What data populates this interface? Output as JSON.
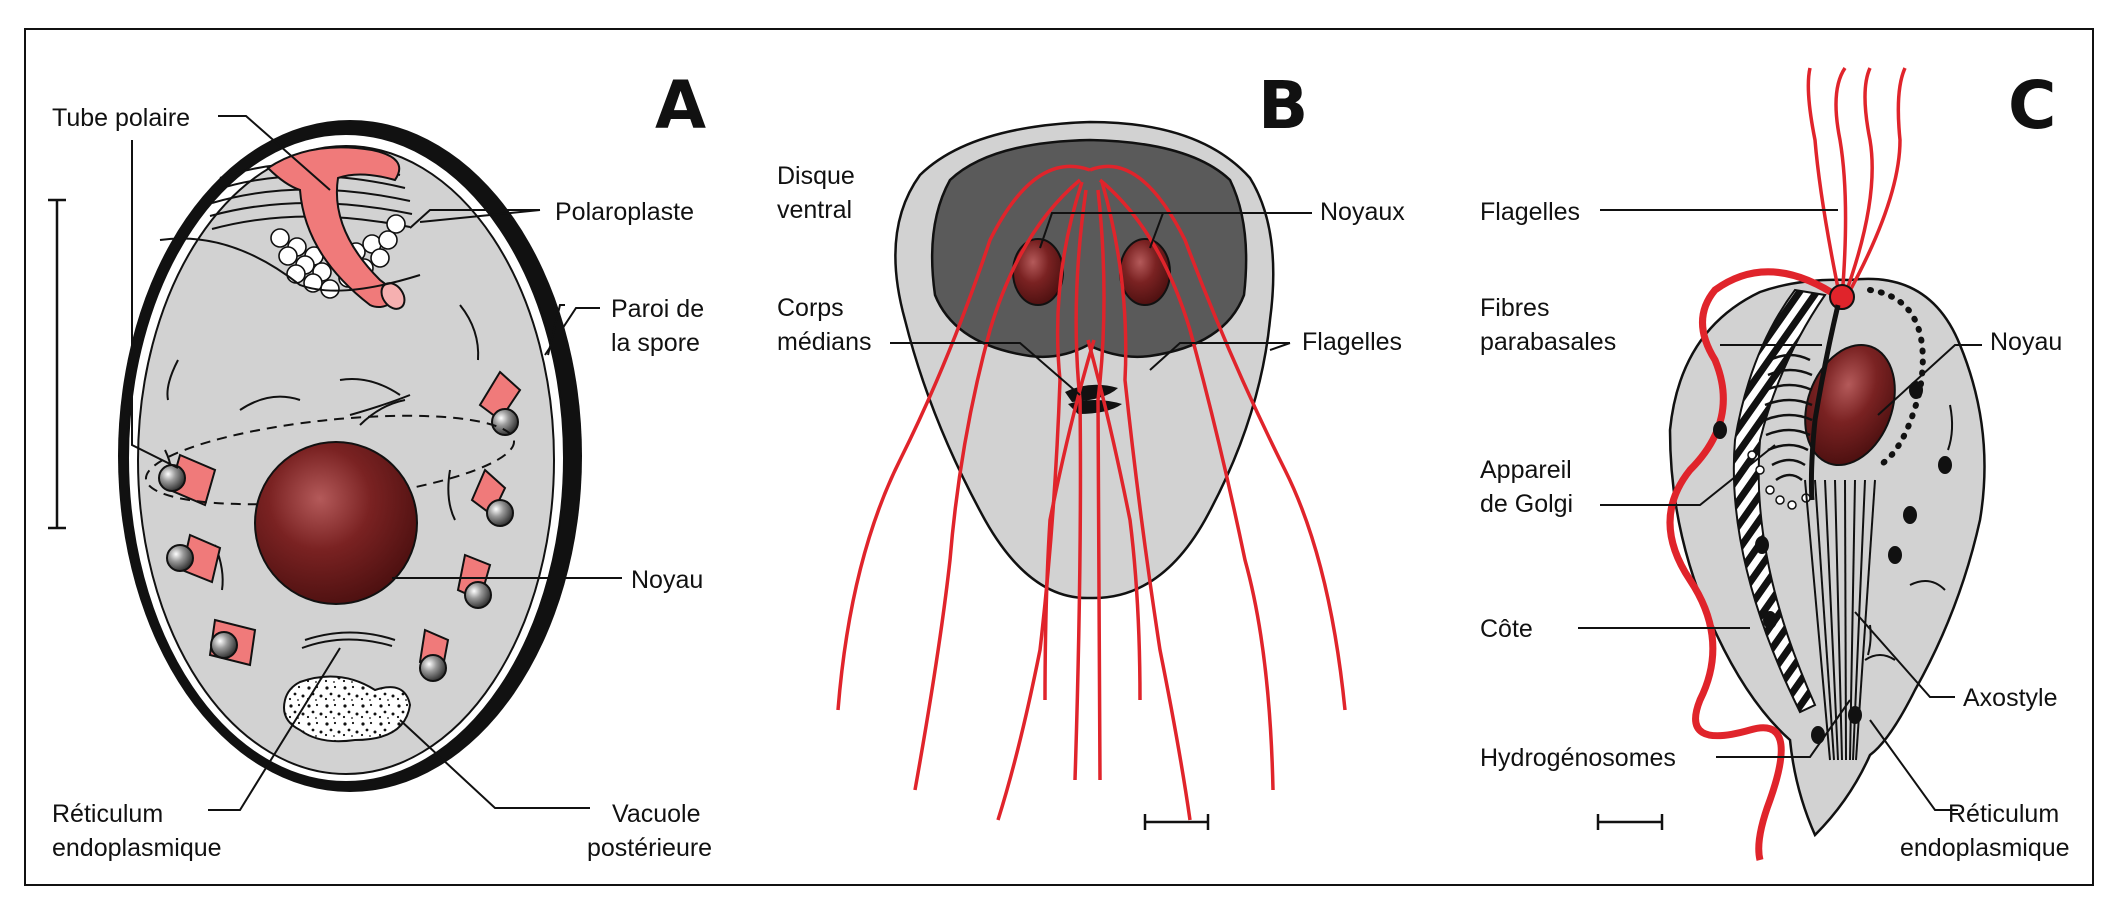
{
  "panels": [
    {
      "letter": "A",
      "labels": {
        "tube_polaire": "Tube polaire",
        "polaroplaste": "Polaroplaste",
        "paroi_1": "Paroi de",
        "paroi_2": "la spore",
        "noyau": "Noyau",
        "reticulum_1": "Réticulum",
        "reticulum_2": "endoplasmique",
        "vacuole_1": "Vacuole",
        "vacuole_2": "postérieure"
      }
    },
    {
      "letter": "B",
      "labels": {
        "disque_1": "Disque",
        "disque_2": "ventral",
        "noyaux": "Noyaux",
        "corps_1": "Corps",
        "corps_2": "médians",
        "flagelles": "Flagelles"
      }
    },
    {
      "letter": "C",
      "labels": {
        "flagelles": "Flagelles",
        "fibres_1": "Fibres",
        "fibres_2": "parabasales",
        "noyau": "Noyau",
        "golgi_1": "Appareil",
        "golgi_2": "de Golgi",
        "cote": "Côte",
        "axostyle": "Axostyle",
        "hydrogenosomes": "Hydrogénosomes",
        "reticulum_1": "Réticulum",
        "reticulum_2": "endoplasmique"
      }
    }
  ],
  "colors": {
    "flagellum_red": "#e0242b",
    "pink": "#f07a7a",
    "nucleus_dark": "#6b1a1a",
    "cytoplasm_grey": "#d2d2d2",
    "dark_grey": "#5a5a5a",
    "outline": "#111111"
  }
}
